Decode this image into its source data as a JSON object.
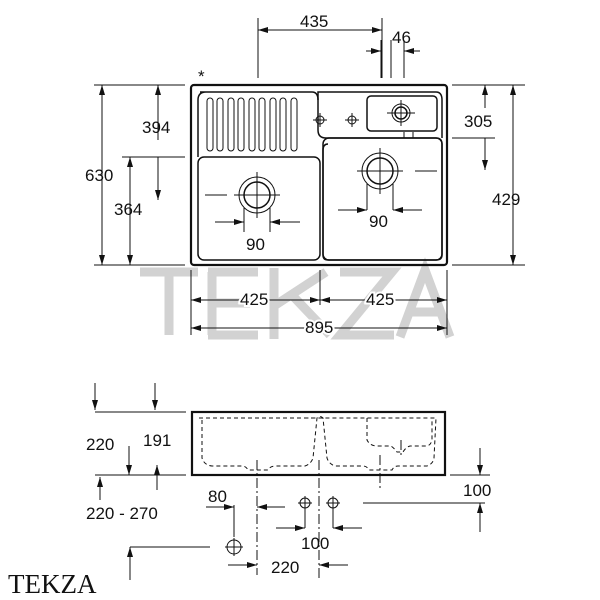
{
  "watermark": "TEKZA",
  "brand_logo": "TEKZA",
  "top_view": {
    "asterisk": "*",
    "dims": {
      "overall_width": "895",
      "left_bowl_width": "425",
      "right_bowl_width": "425",
      "tap_offset": "435",
      "tap_spacing": "46",
      "overall_depth": "630",
      "drainer_depth": "394",
      "left_bowl_depth": "364",
      "right_top_depth": "305",
      "right_bowl_depth": "429",
      "left_waste_dia": "90",
      "right_waste_dia": "90"
    }
  },
  "side_view": {
    "dims": {
      "height": "220",
      "bowl_depth": "191",
      "install_height": "220 - 270",
      "waste_offset": "80",
      "supply_spacing": "100",
      "supply_height": "100",
      "waste_spacing": "220"
    }
  }
}
